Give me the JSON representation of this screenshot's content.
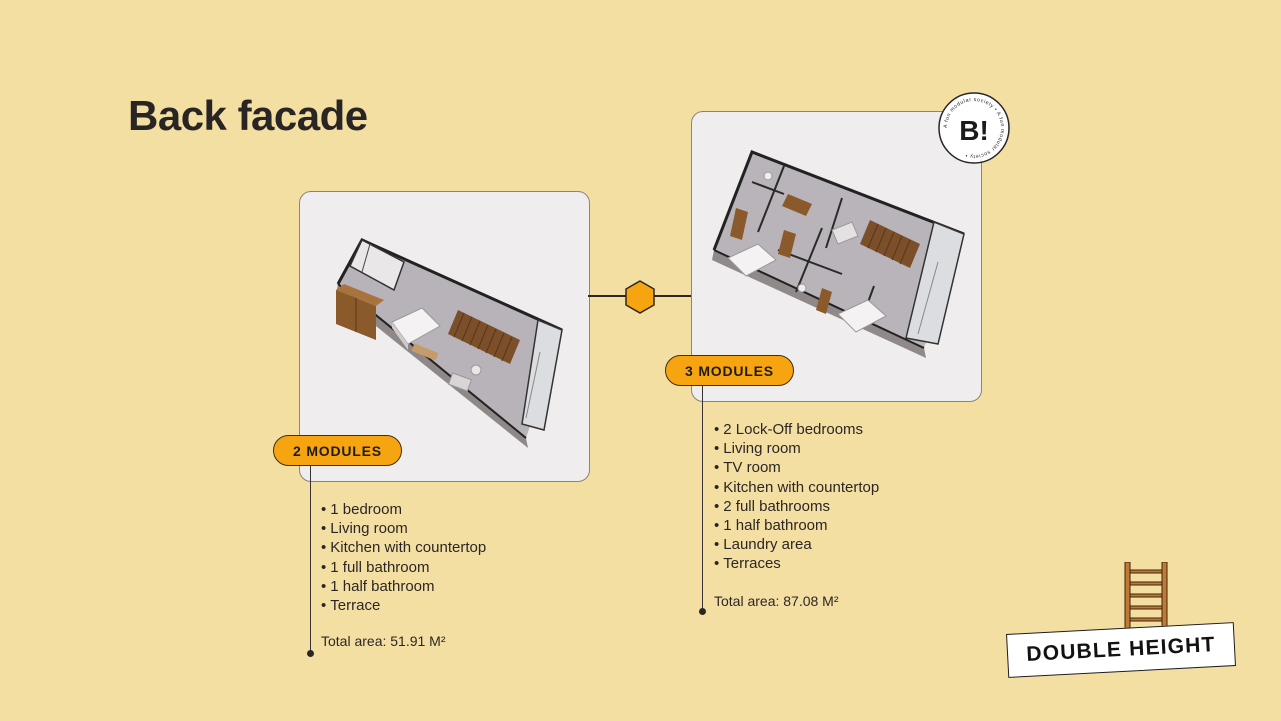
{
  "slide": {
    "title": "Back facade"
  },
  "units": [
    {
      "badge": "2 MODULES",
      "features": [
        "1 bedroom",
        "Living room",
        "Kitchen with countertop",
        "1 full bathroom",
        "1 half bathroom",
        "Terrace"
      ],
      "total_area": "Total area: 51.91 M²",
      "image": "floorplan-render-2-modules"
    },
    {
      "badge": "3 MODULES",
      "features": [
        "2 Lock-Off bedrooms",
        "Living room",
        "TV room",
        "Kitchen with countertop",
        "2 full bathrooms",
        "1 half bathroom",
        "Laundry area",
        "Terraces"
      ],
      "total_area": "Total area: 87.08 M²",
      "image": "floorplan-render-3-modules"
    }
  ],
  "logo": {
    "letter": "B!",
    "ring_text": "A fun modular society • A fun modular society •"
  },
  "stamp": {
    "text": "DOUBLE HEIGHT",
    "icon": "ladder-icon"
  },
  "colors": {
    "background": "#f4dfa3",
    "accent": "#f6a40f",
    "text": "#2b2626"
  }
}
